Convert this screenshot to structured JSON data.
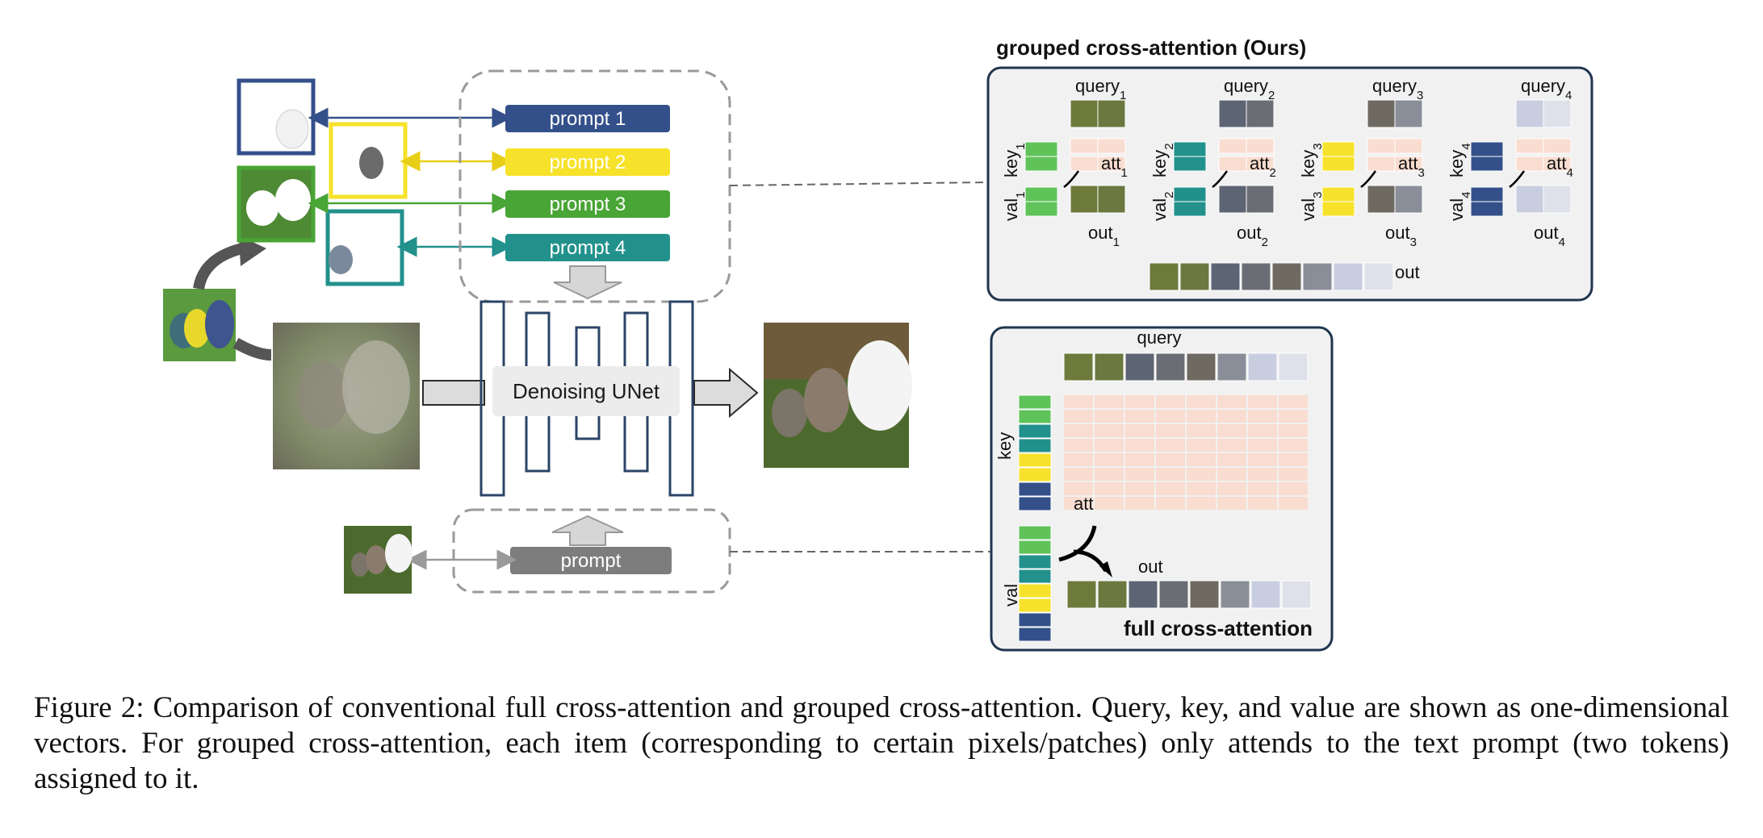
{
  "figure": {
    "prompts": [
      {
        "label": "prompt 1",
        "color": "#34508a"
      },
      {
        "label": "prompt 2",
        "color": "#f6e22a"
      },
      {
        "label": "prompt 3",
        "color": "#49a535"
      },
      {
        "label": "prompt 4",
        "color": "#22918c"
      }
    ],
    "global_prompt": {
      "label": "prompt",
      "color": "#7d7d7d"
    },
    "unet_label": "Denoising UNet",
    "grouped": {
      "title": "grouped cross-attention (Ours)",
      "groups": [
        {
          "query": "query",
          "key": "key",
          "val": "val",
          "att": "att",
          "out": "out",
          "index": "1",
          "color": "#5fc35a"
        },
        {
          "query": "query",
          "key": "key",
          "val": "val",
          "att": "att",
          "out": "out",
          "index": "2",
          "color": "#22918c"
        },
        {
          "query": "query",
          "key": "key",
          "val": "val",
          "att": "att",
          "out": "out",
          "index": "3",
          "color": "#f6e22a"
        },
        {
          "query": "query",
          "key": "key",
          "val": "val",
          "att": "att",
          "out": "out",
          "index": "4",
          "color": "#34508a"
        }
      ],
      "combined_out": "out"
    },
    "full": {
      "title": "full cross-attention",
      "query": "query",
      "key": "key",
      "val": "val",
      "att": "att",
      "out": "out"
    },
    "colors": {
      "panel_border": "#1f3550",
      "panel_fill": "#f1f1f1",
      "att_cell": "#f9ddd0",
      "dashed": "#9a9a9a",
      "unet_stroke": "#2a4466",
      "arrow_fill": "#dcdcdc"
    }
  },
  "caption": "Figure 2: Comparison of conventional full cross-attention and grouped cross-attention. Query, key, and value are shown as one-dimensional vectors. For grouped cross-attention, each item (corresponding to certain pixels/patches) only attends to the text prompt (two tokens) assigned to it."
}
